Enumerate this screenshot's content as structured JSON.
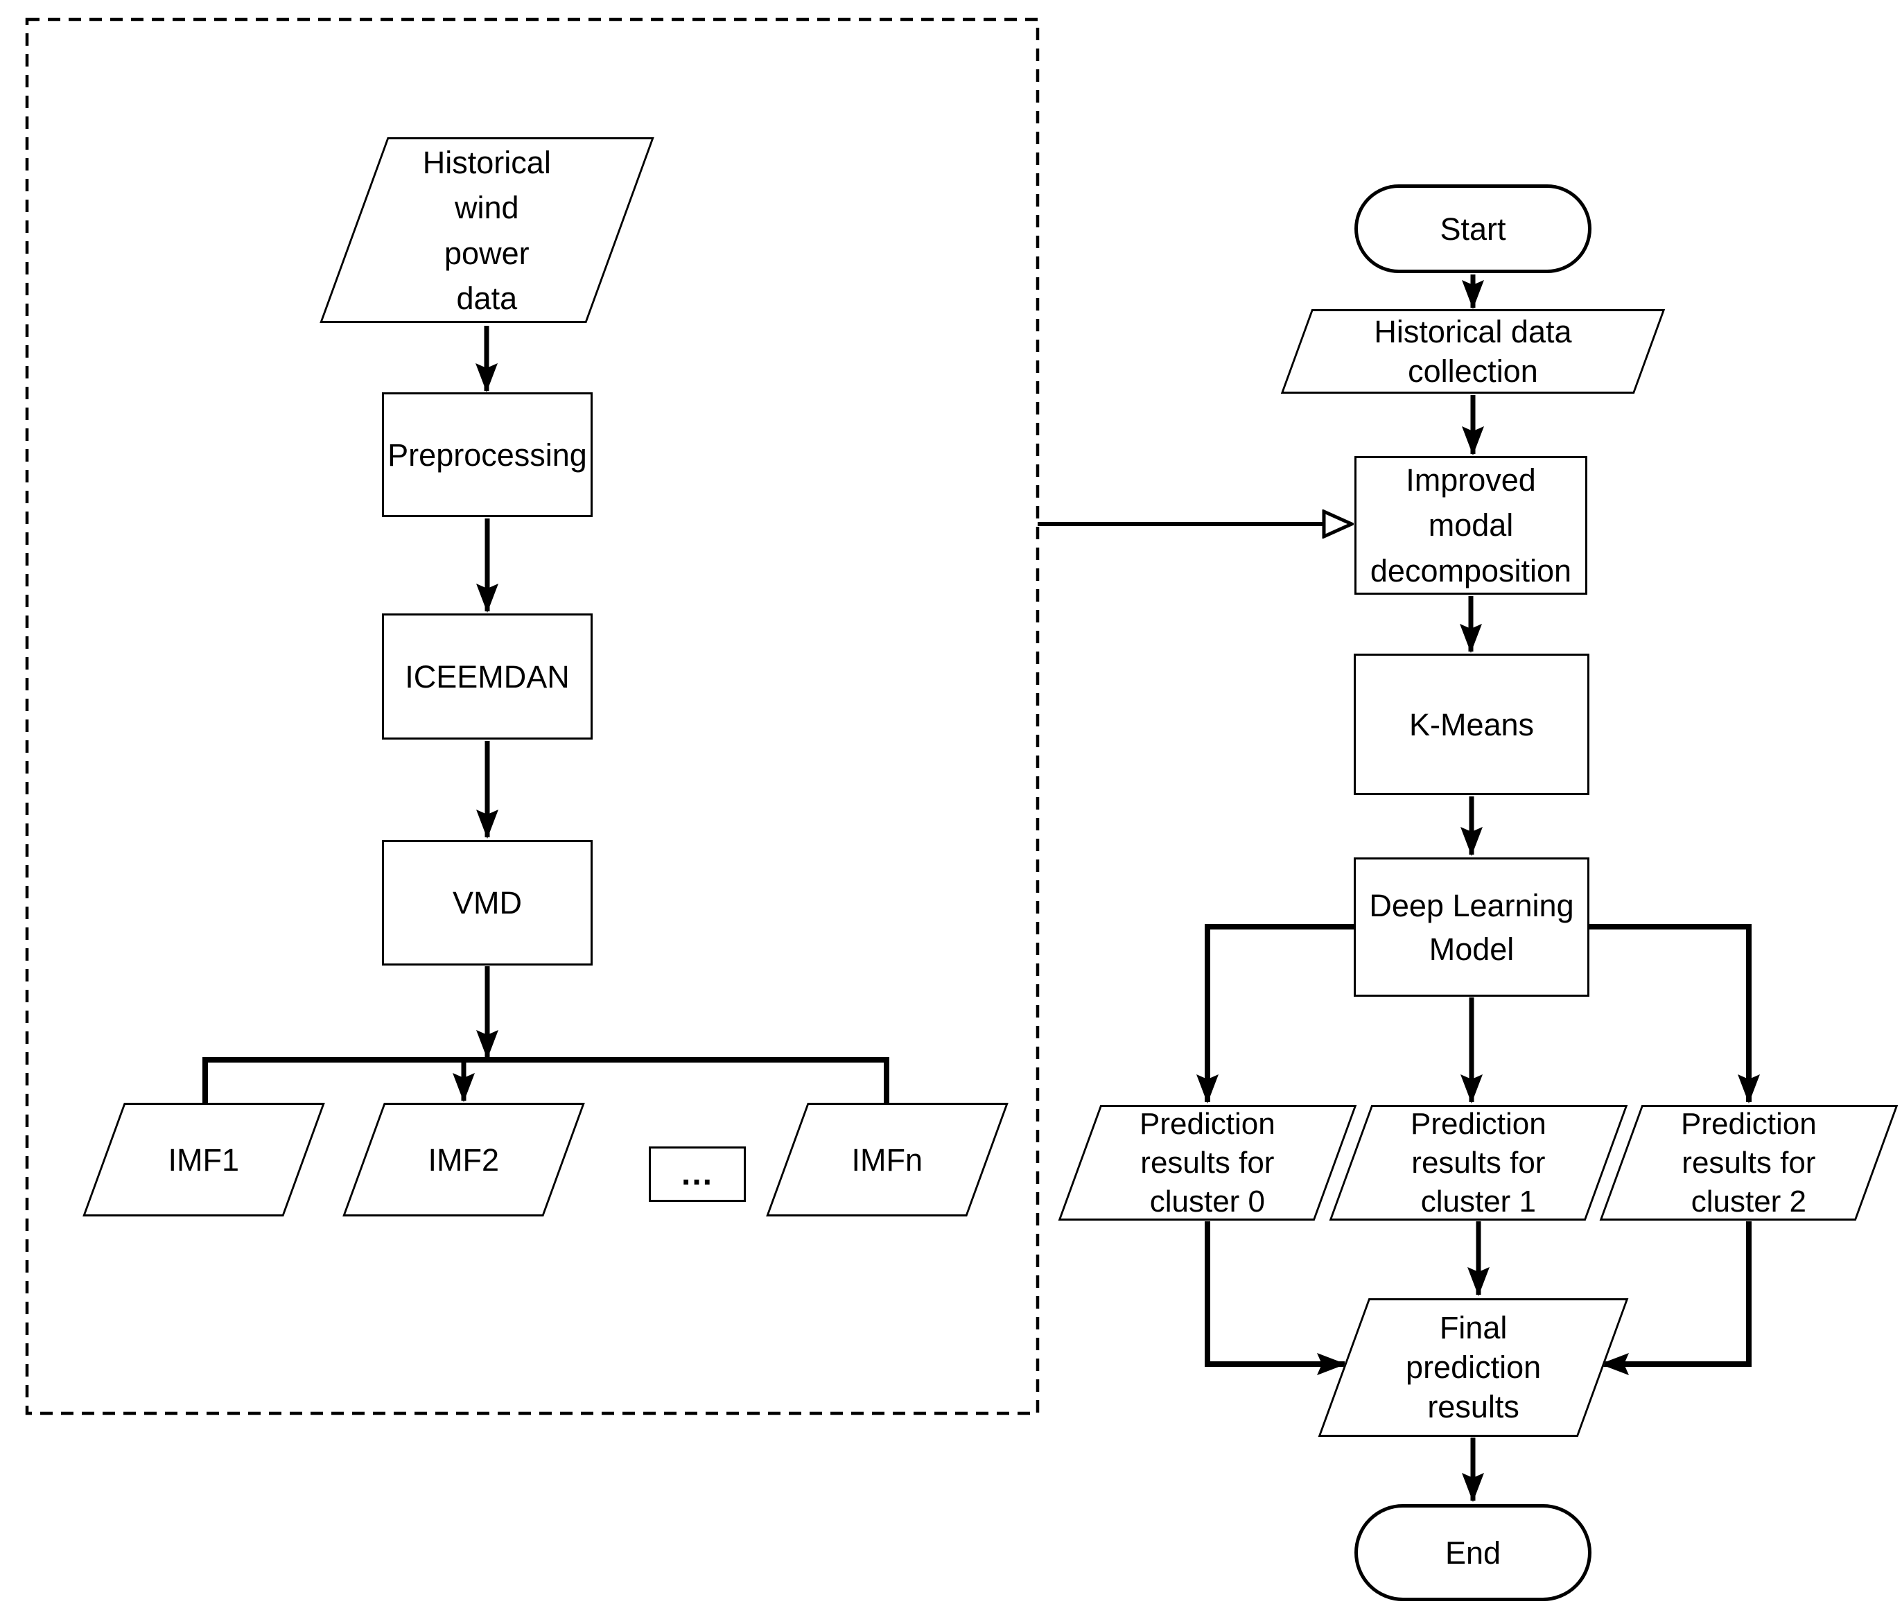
{
  "diagram": {
    "colors": {
      "stroke": "#000000",
      "background": "#ffffff"
    },
    "left_panel": {
      "historical_wind_power_data": "Historical\nwind\npower\ndata",
      "preprocessing": "Preprocessing",
      "iceemdan": "ICEEMDAN",
      "vmd": "VMD",
      "imf1": "IMF1",
      "imf2": "IMF2",
      "ellipsis": "...",
      "imfn": "IMFn"
    },
    "right_panel": {
      "start": "Start",
      "historical_data_collection": "Historical data\ncollection",
      "improved_modal_decomposition": "Improved\nmodal\ndecomposition",
      "k_means": "K-Means",
      "deep_learning_model": "Deep Learning\nModel",
      "prediction_cluster_0": "Prediction\nresults for\ncluster 0",
      "prediction_cluster_1": "Prediction\nresults for\ncluster 1",
      "prediction_cluster_2": "Prediction\nresults for\ncluster 2",
      "final_prediction_results": "Final\nprediction\nresults",
      "end": "End"
    }
  }
}
